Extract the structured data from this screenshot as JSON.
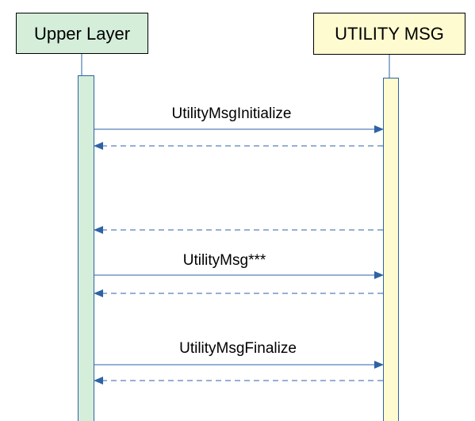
{
  "colors": {
    "upper_fill": "#d4eed9",
    "utility_fill": "#fefbd0",
    "box_stroke": "#000000",
    "lifeline_stroke": "#2e62a6",
    "arrow_color": "#2e62a6"
  },
  "lifelines": {
    "upper": {
      "label": "Upper Layer"
    },
    "utility": {
      "label": "UTILITY MSG"
    }
  },
  "messages": [
    {
      "label": "UtilityMsgInitialize",
      "kind": "call"
    },
    {
      "label": "",
      "kind": "return"
    },
    {
      "label": "",
      "kind": "return"
    },
    {
      "label": "UtilityMsg***",
      "kind": "call"
    },
    {
      "label": "",
      "kind": "return"
    },
    {
      "label": "UtilityMsgFinalize",
      "kind": "call"
    },
    {
      "label": "",
      "kind": "return"
    }
  ]
}
